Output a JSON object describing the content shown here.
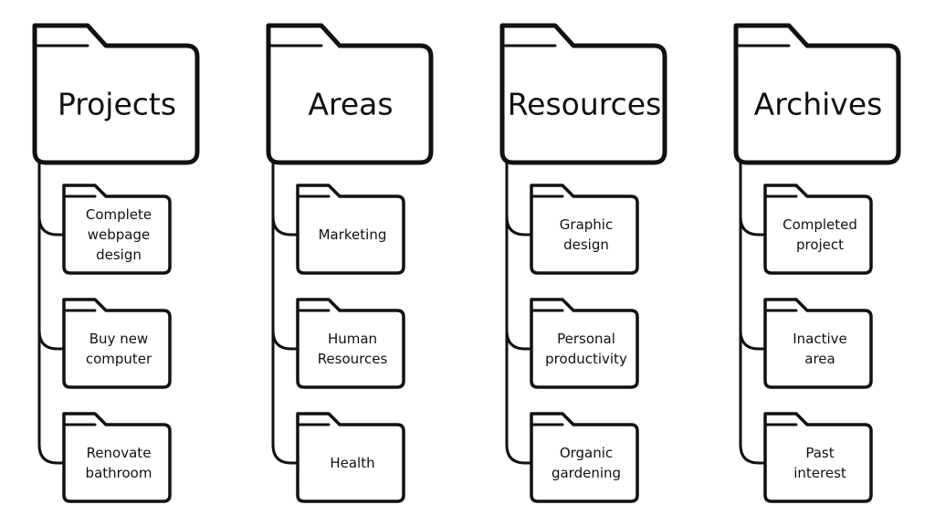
{
  "diagram": {
    "categories": [
      {
        "title": "Projects",
        "items": [
          {
            "lines": [
              "Complete",
              "webpage",
              "design"
            ]
          },
          {
            "lines": [
              "Buy new",
              "computer"
            ]
          },
          {
            "lines": [
              "Renovate",
              "bathroom"
            ]
          }
        ]
      },
      {
        "title": "Areas",
        "items": [
          {
            "lines": [
              "Marketing"
            ]
          },
          {
            "lines": [
              "Human",
              "Resources"
            ]
          },
          {
            "lines": [
              "Health"
            ]
          }
        ]
      },
      {
        "title": "Resources",
        "items": [
          {
            "lines": [
              "Graphic",
              "design"
            ]
          },
          {
            "lines": [
              "Personal",
              "productivity"
            ]
          },
          {
            "lines": [
              "Organic",
              "gardening"
            ]
          }
        ]
      },
      {
        "title": "Archives",
        "items": [
          {
            "lines": [
              "Completed",
              "project"
            ]
          },
          {
            "lines": [
              "Inactive",
              "area"
            ]
          },
          {
            "lines": [
              "Past",
              "interest"
            ]
          }
        ]
      }
    ]
  },
  "colors": {
    "stroke": "#111111",
    "fill": "#ffffff",
    "background": "#ffffff"
  },
  "icons": {
    "category": "folder-icon",
    "item": "folder-icon"
  }
}
